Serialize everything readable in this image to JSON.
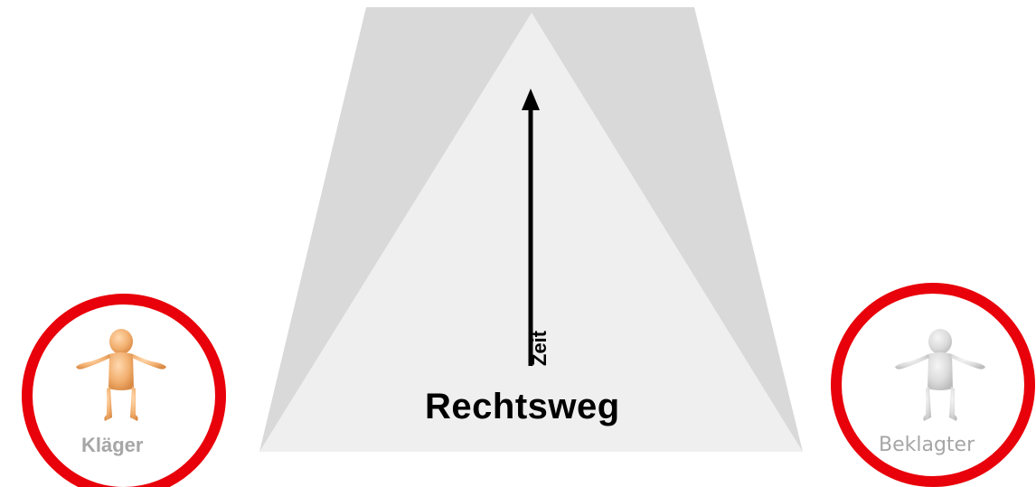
{
  "diagram": {
    "center_label": "Rechtsweg",
    "time_axis_label": "Zeit",
    "parties": {
      "plaintiff": {
        "label": "Kläger",
        "figure_color": "#f0b070",
        "icon": "person-shrug-icon"
      },
      "defendant": {
        "label": "Beklagter",
        "figure_color": "#d9d9d9",
        "icon": "person-shrug-icon"
      }
    },
    "colors": {
      "trapezoid": "#d9d9d9",
      "triangle": "#efefef",
      "circle": "#e8000a",
      "arrow": "#000000"
    }
  }
}
